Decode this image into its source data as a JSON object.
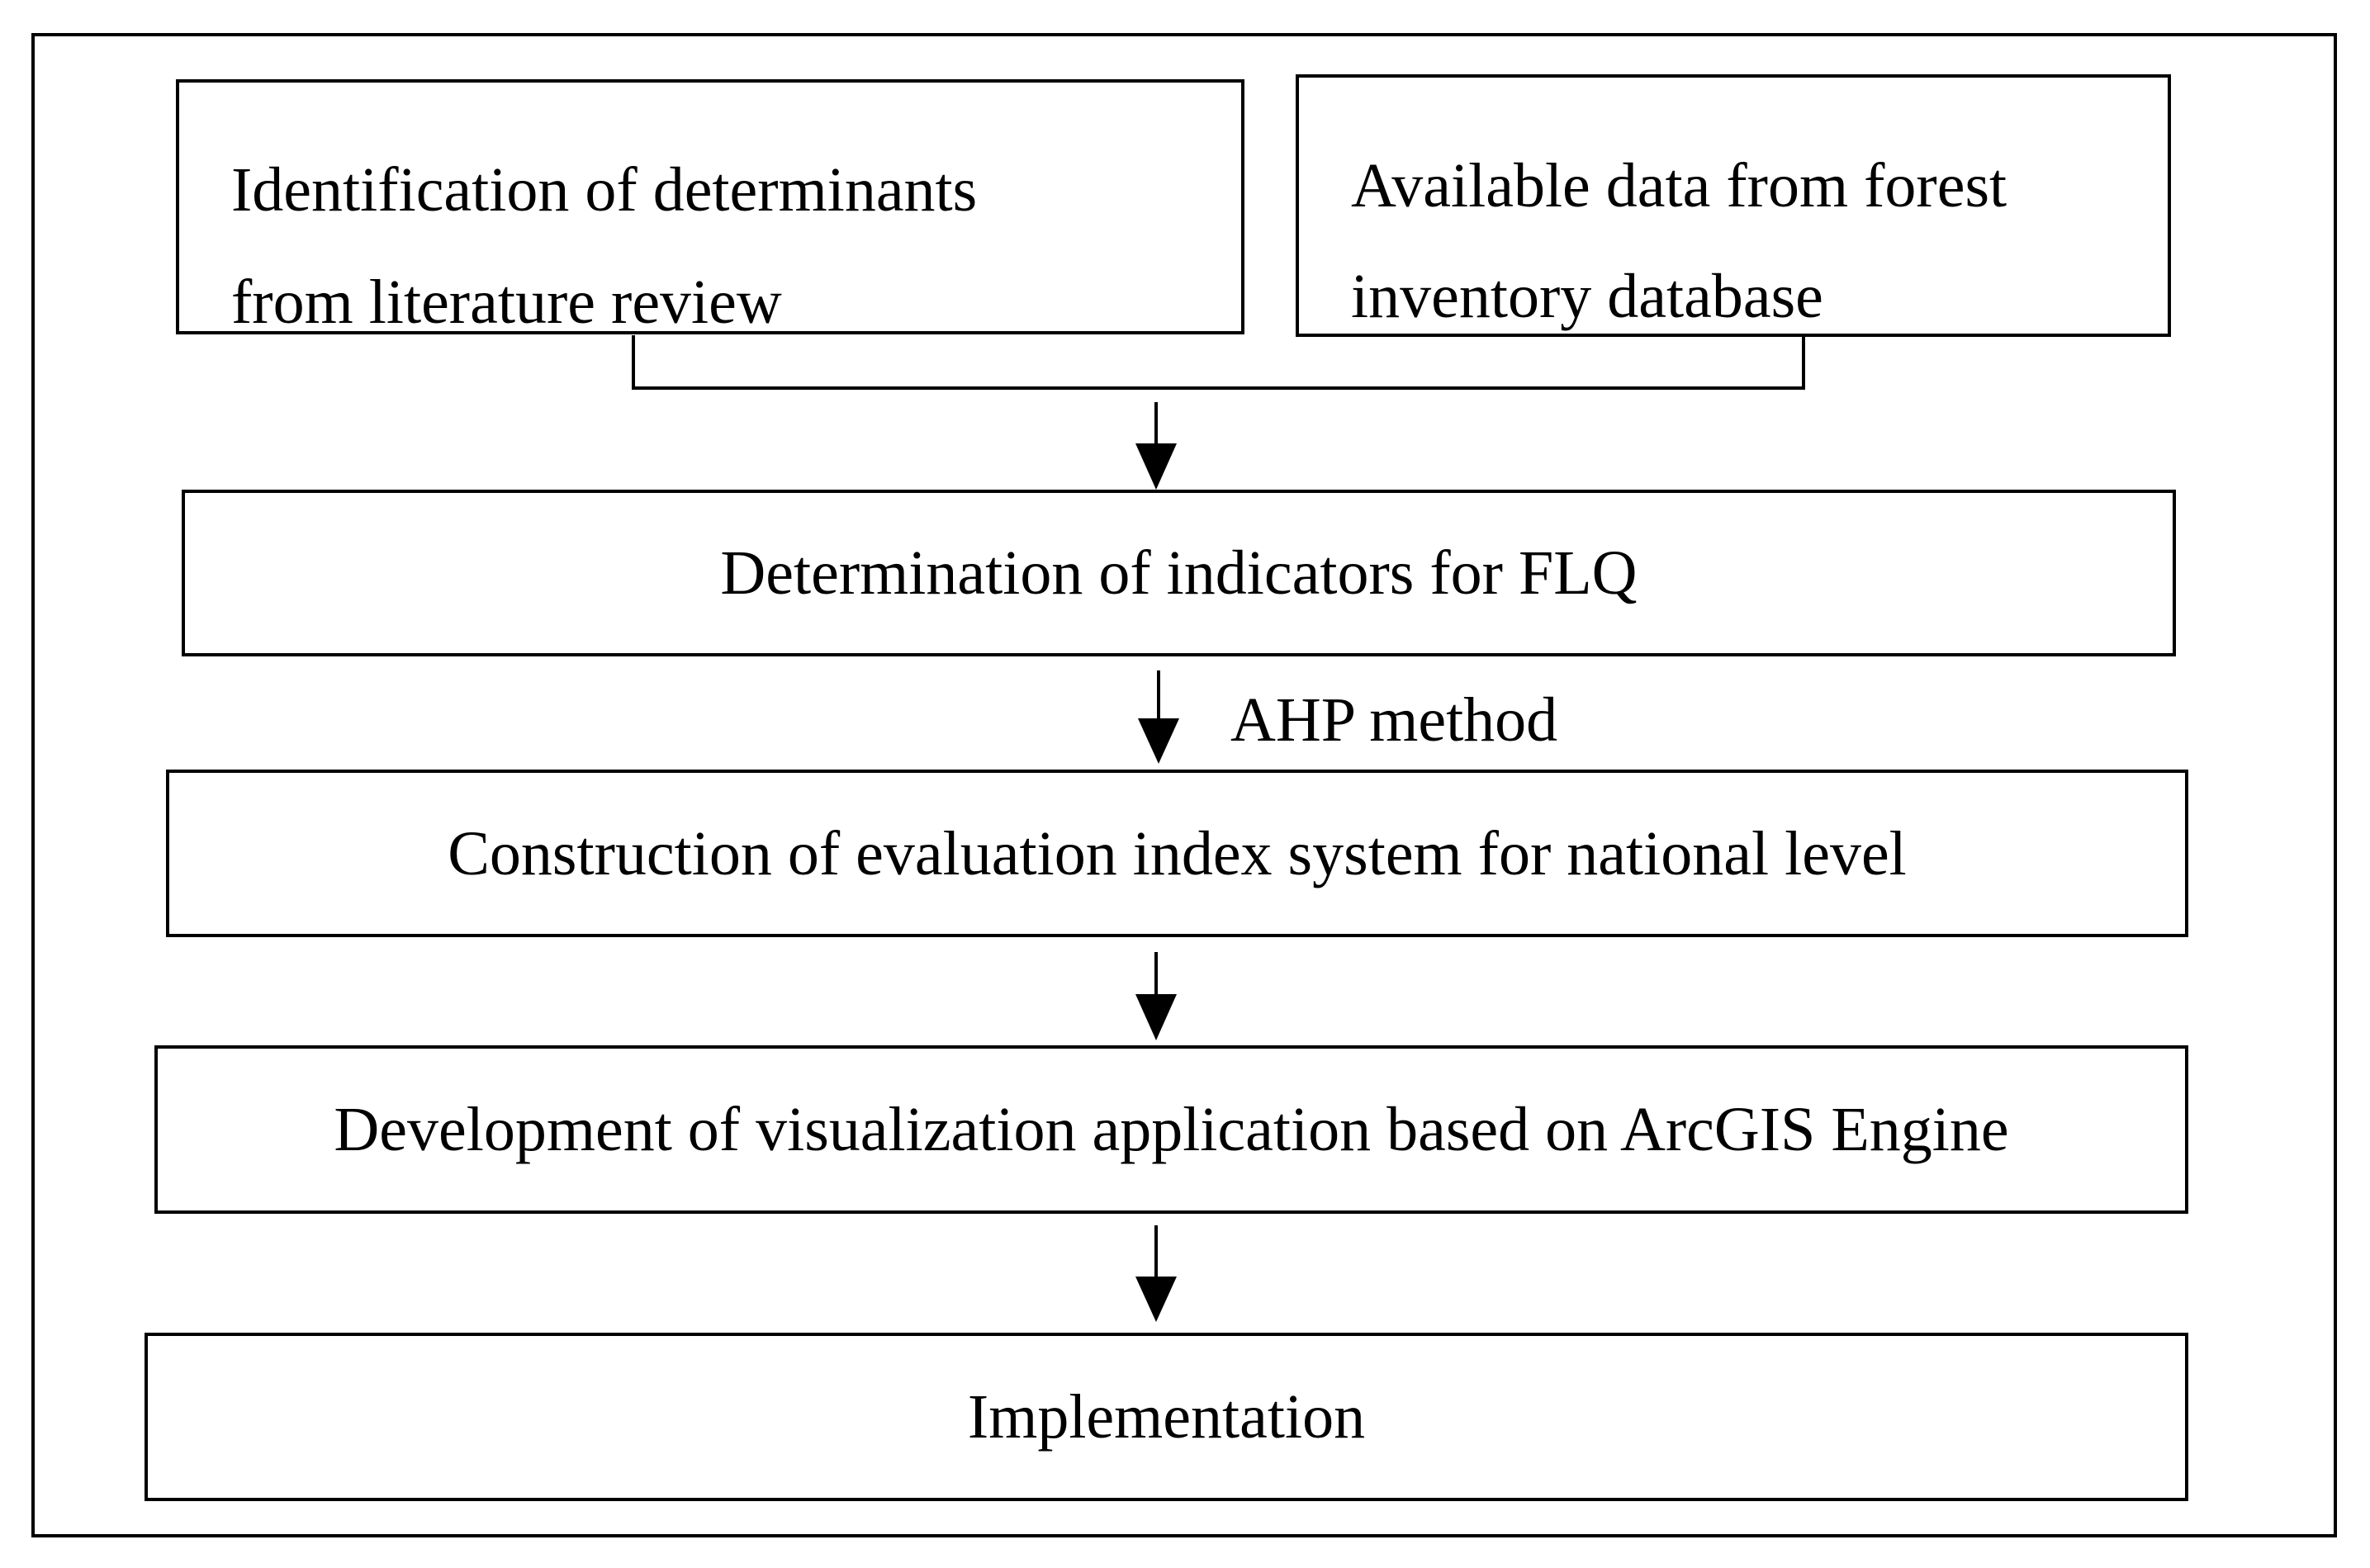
{
  "nodes": {
    "determinants": {
      "lines": [
        "Identification of determinants",
        "from literature review"
      ]
    },
    "available_data": {
      "lines": [
        "Available data from forest",
        "inventory database"
      ]
    },
    "indicators": {
      "label": "Determination of indicators for FLQ"
    },
    "index_system": {
      "label": "Construction of evaluation index system for national level"
    },
    "visualization": {
      "label": "Development of visualization application based on ArcGIS Engine"
    },
    "implementation": {
      "label": "Implementation"
    }
  },
  "edges": {
    "ahp": {
      "label": "AHP method"
    }
  }
}
